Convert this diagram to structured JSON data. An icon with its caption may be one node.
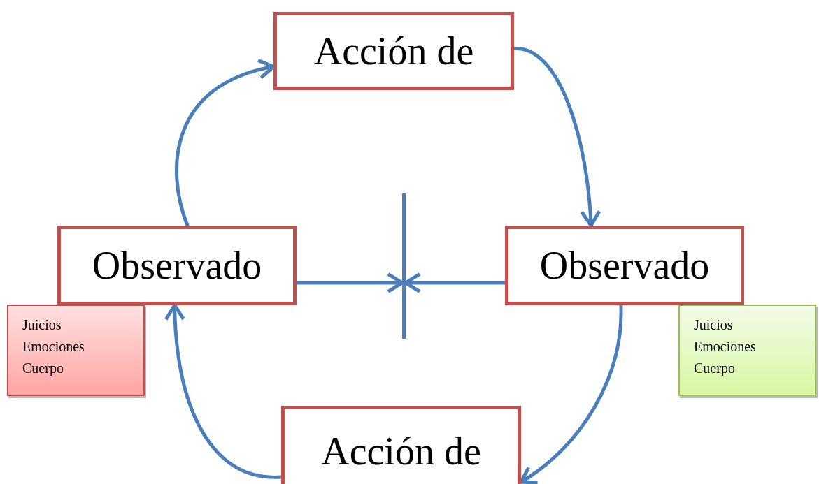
{
  "diagram": {
    "nodes": [
      {
        "text": [
          "Acción de"
        ]
      },
      {
        "text": [
          "Observado"
        ]
      },
      {
        "text": [
          "Observado"
        ]
      },
      {
        "text": [
          "Acción de"
        ]
      },
      {
        "text": [
          "Juicios Emociones Cuerpo"
        ]
      },
      {
        "text": [
          "Juicios Emociones Cuerpo"
        ]
      },
      {
        "text": [],
        "shape": "bar"
      }
    ],
    "edges": [
      {
        "from": 1,
        "to": 0,
        "arrow": "to"
      },
      {
        "from": 0,
        "to": 2,
        "arrow": "to"
      },
      {
        "from": 2,
        "to": 3,
        "arrow": "to"
      },
      {
        "from": 3,
        "to": 1,
        "arrow": "to"
      },
      {
        "from": 1,
        "to": 6,
        "arrow": "to"
      },
      {
        "from": 2,
        "to": 6,
        "arrow": "to"
      }
    ]
  }
}
